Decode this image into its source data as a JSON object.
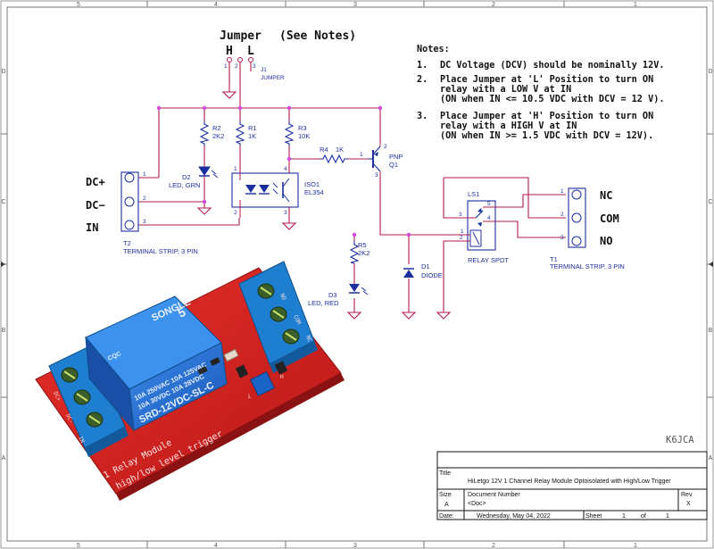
{
  "frame": {
    "col_labels": [
      "5",
      "4",
      "3",
      "2",
      "1"
    ],
    "row_labels": [
      "D",
      "C",
      "B",
      "A"
    ]
  },
  "header": {
    "jumper_title": "Jumper",
    "see_notes": "(See Notes)",
    "h_label": "H",
    "l_label": "L"
  },
  "notes": {
    "title": "Notes:",
    "items": [
      {
        "num": "1.",
        "lines": [
          "DC Voltage (DCV) should be nominally 12V."
        ]
      },
      {
        "num": "2.",
        "lines": [
          "Place Jumper at 'L' Position to turn ON",
          "relay with a LOW V at IN",
          "(ON when IN <= 10.5 VDC with DCV = 12 V)."
        ]
      },
      {
        "num": "3.",
        "lines": [
          "Place Jumper at 'H' Position to turn ON",
          "relay with a HIGH V at IN",
          "(ON when IN >= 1.5 VDC with DCV = 12V)."
        ]
      }
    ]
  },
  "components": {
    "j1": {
      "ref": "J1",
      "name": "JUMPER",
      "pins": [
        "1",
        "2",
        "3"
      ]
    },
    "r1": {
      "ref": "R1",
      "value": "1K"
    },
    "r2": {
      "ref": "R2",
      "value": "2K2"
    },
    "r3": {
      "ref": "R3",
      "value": "10K"
    },
    "r4": {
      "ref": "R4",
      "value": "1K"
    },
    "r5": {
      "ref": "R5",
      "value": "2K2"
    },
    "d1": {
      "ref": "D1",
      "name": "DIODE"
    },
    "d2": {
      "ref": "D2",
      "name": "LED, GRN"
    },
    "d3": {
      "ref": "D3",
      "name": "LED, RED"
    },
    "iso1": {
      "ref": "ISO1",
      "name": "EL354",
      "pins": [
        "1",
        "2",
        "3",
        "4"
      ]
    },
    "q1": {
      "ref": "Q1",
      "type": "PNP",
      "pins": [
        "1",
        "2",
        "3"
      ]
    },
    "ls1": {
      "ref": "LS1",
      "name": "RELAY SPDT",
      "pins": [
        "1",
        "2",
        "3",
        "4",
        "5"
      ]
    },
    "t1": {
      "ref": "T1",
      "name": "TERMINAL STRIP, 3 PIN",
      "pins": [
        "1",
        "2",
        "3"
      ],
      "labels": [
        "NC",
        "COM",
        "NO"
      ]
    },
    "t2": {
      "ref": "T2",
      "name": "TERMINAL STRIP, 3 PIN",
      "pins": [
        "1",
        "2",
        "3"
      ],
      "labels": [
        "DC+",
        "DC−",
        "IN"
      ]
    }
  },
  "photo": {
    "brand": "SONGLE",
    "rating_lines": [
      "10A 250VAC  10A 125VAC",
      "10A 30VDC  10A 28VDC"
    ],
    "model": "SRD-12VDC-SL-C",
    "cqc": "CQC",
    "digit": "5",
    "board_text": [
      "1 Relay  Module",
      "high/low level trigger"
    ],
    "marks": [
      "NO",
      "COM",
      "NC",
      "DC+",
      "DC-",
      "IN",
      "L",
      "H"
    ]
  },
  "signature": "K6JCA",
  "title_block": {
    "title_label": "Title",
    "title": "HiLetgo 12V 1 Channel Relay Module Optoisolated with High/Low Trigger",
    "size_label": "Size",
    "size": "A",
    "docnum_label": "Document Number",
    "docnum": "<Doc>",
    "rev_label": "Rev",
    "rev": "X",
    "date_label": "Date:",
    "date": "Wednesday, May 04, 2022",
    "sheet_label": "Sheet",
    "sheet": "1",
    "of_label": "of",
    "of": "1"
  },
  "colors": {
    "wire": "#b5194d",
    "node": "#d14bd8",
    "part": "#1c2fa0",
    "text": "#1c2fa0",
    "green_wire": "#2b8f2b",
    "ground": "#b5194d",
    "board": "#d81f1f",
    "relay_blue": "#1d6bd6",
    "terminal_blue": "#1e7fd0"
  }
}
